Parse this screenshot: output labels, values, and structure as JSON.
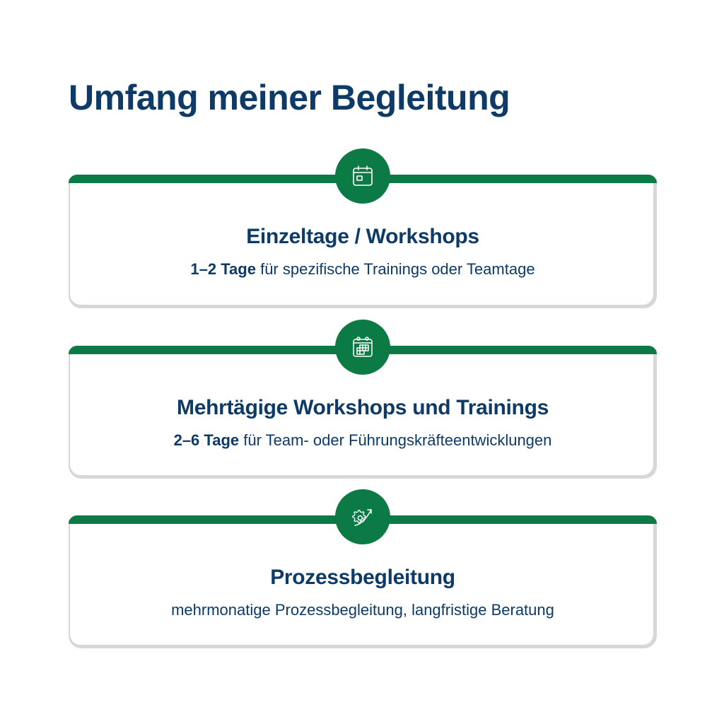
{
  "page": {
    "title": "Umfang meiner Begleitung"
  },
  "colors": {
    "navy": "#0d3a66",
    "green": "#0b7a45",
    "card_border": "#d8d6d6",
    "background": "#ffffff"
  },
  "cards": [
    {
      "icon": "calendar-icon",
      "title": "Einzeltage / Workshops",
      "desc_strong": "1–2 Tage",
      "desc_rest": " für spezifische Trainings oder Teamtage"
    },
    {
      "icon": "calendar-grid-icon",
      "title": "Mehrtägige Workshops und Trainings",
      "desc_strong": "2–6 Tage",
      "desc_rest": " für Team- oder Führungskräfteentwicklungen"
    },
    {
      "icon": "gear-growth-arrow-icon",
      "title": "Prozessbegleitung",
      "desc_strong": "",
      "desc_rest": "mehrmonatige Prozessbegleitung, langfristige Beratung"
    }
  ]
}
